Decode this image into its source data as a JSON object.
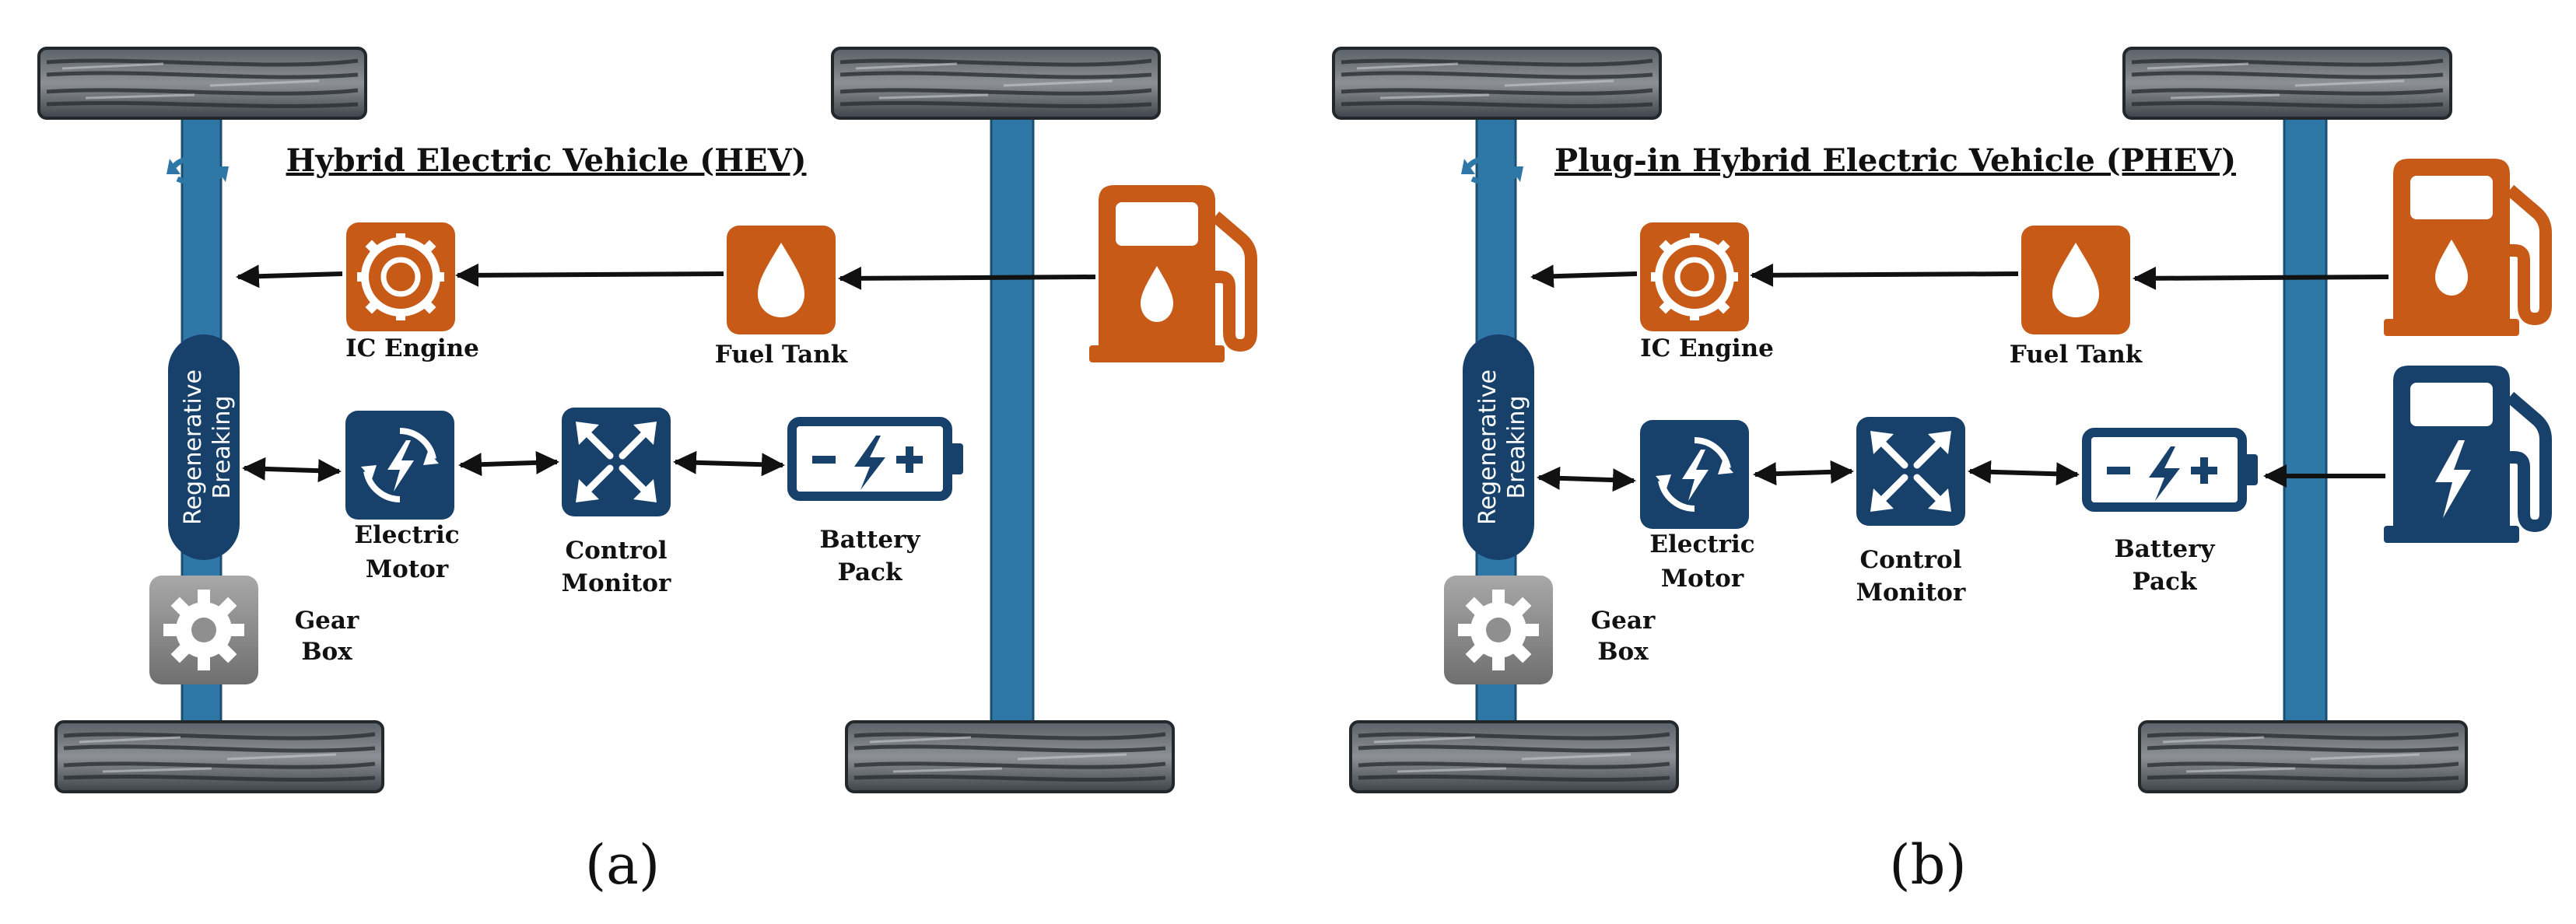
{
  "colors": {
    "axle": "#2f77a6",
    "axle_edge": "#1b4f72",
    "orange": "#c85a18",
    "navy": "#17416b",
    "gray": "#8a8a8a",
    "tire": "#3b4148"
  },
  "panels": [
    {
      "subcaption": "(a)",
      "title": "Hybrid Electric Vehicle (HEV)",
      "labels": {
        "ic_engine": "IC Engine",
        "fuel_tank": "Fuel Tank",
        "regen": [
          "Regenerative",
          "Breaking"
        ],
        "motor": [
          "Electric",
          "Motor"
        ],
        "control": [
          "Control",
          "Monitor"
        ],
        "battery": [
          "Battery",
          "Pack"
        ],
        "gearbox": [
          "Gear",
          "Box"
        ]
      },
      "icons": [
        "wheel-rotation-icon",
        "engine-icon",
        "fuel-drop-icon",
        "fuel-pump-icon",
        "motor-bolt-icon",
        "control-arrows-icon",
        "battery-icon",
        "gear-icon"
      ]
    },
    {
      "subcaption": "(b)",
      "title": "Plug-in Hybrid Electric Vehicle (PHEV)",
      "labels": {
        "ic_engine": "IC Engine",
        "fuel_tank": "Fuel Tank",
        "regen": [
          "Regenerative",
          "Breaking"
        ],
        "motor": [
          "Electric",
          "Motor"
        ],
        "control": [
          "Control",
          "Monitor"
        ],
        "battery": [
          "Battery",
          "Pack"
        ],
        "gearbox": [
          "Gear",
          "Box"
        ]
      },
      "icons": [
        "wheel-rotation-icon",
        "engine-icon",
        "fuel-drop-icon",
        "fuel-pump-icon",
        "charging-station-icon",
        "motor-bolt-icon",
        "control-arrows-icon",
        "battery-icon",
        "gear-icon"
      ]
    }
  ]
}
